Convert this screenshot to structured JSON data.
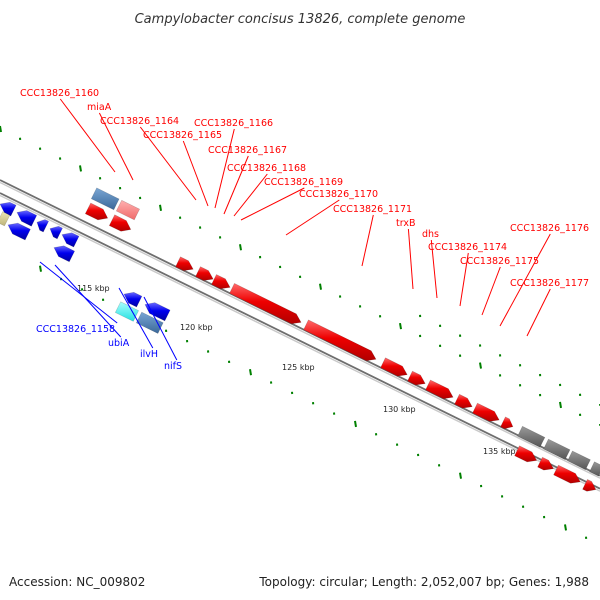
{
  "title": "Campylobacter concisus 13826, complete genome",
  "footer": {
    "accession": "Accession: NC_009802",
    "stats": "Topology: circular; Length: 2,052,007 bp; Genes: 1,988"
  },
  "ticks": [
    "115 kbp",
    "120 kbp",
    "125 kbp",
    "130 kbp",
    "135 kbp"
  ],
  "forward_labels": [
    "CCC13826_1160",
    "miaA",
    "CCC13826_1164",
    "CCC13826_1165",
    "CCC13826_1166",
    "CCC13826_1167",
    "CCC13826_1168",
    "CCC13826_1169",
    "CCC13826_1170",
    "CCC13826_1171",
    "trxB",
    "dhs",
    "CCC13826_1174",
    "CCC13826_1175",
    "CCC13826_1176",
    "CCC13826_1177"
  ],
  "reverse_labels": [
    "CCC13826_1158",
    "ubiA",
    "ilvH",
    "nifS"
  ],
  "colors": {
    "forward": "#ff0000",
    "reverse": "#0000ff",
    "tick": "#008000",
    "backbone": "#888888",
    "cds_steel": "#4f7fb0",
    "cds_cyan": "#33ffff",
    "cds_pink": "#ff8a8a",
    "cds_grey": "#6c6c6c",
    "cds_khaki": "#d8d08c"
  }
}
